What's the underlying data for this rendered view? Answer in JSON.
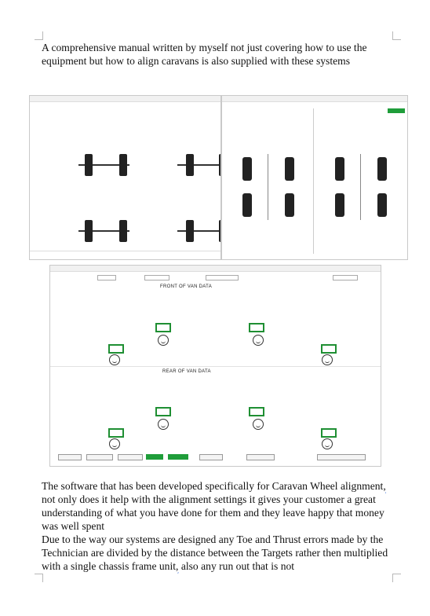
{
  "paragraph_1": "A comprehensive manual written by myself not just covering how to use the equipment but how to align caravans is also supplied with these systems",
  "paragraph_2_a": "The software that has been developed specifically for Caravan Wheel alignment",
  "paragraph_2_b": ",",
  "paragraph_2_c": " not only does it help with the alignment settings it gives your customer a great understanding of what you have done for them and they leave happy that money was well spent",
  "paragraph_3_a": "Due to the way our systems are designed any Toe and Thrust errors made by the Technician are divided by the distance between the Targets rather then multiplied with a single chassis frame unit",
  "paragraph_3_b": ",",
  "paragraph_3_c": " also any run out that is not",
  "screenshot_3": {
    "heading_front": "FRONT OF VAN DATA",
    "heading_rear": "REAR OF VAN DATA"
  }
}
